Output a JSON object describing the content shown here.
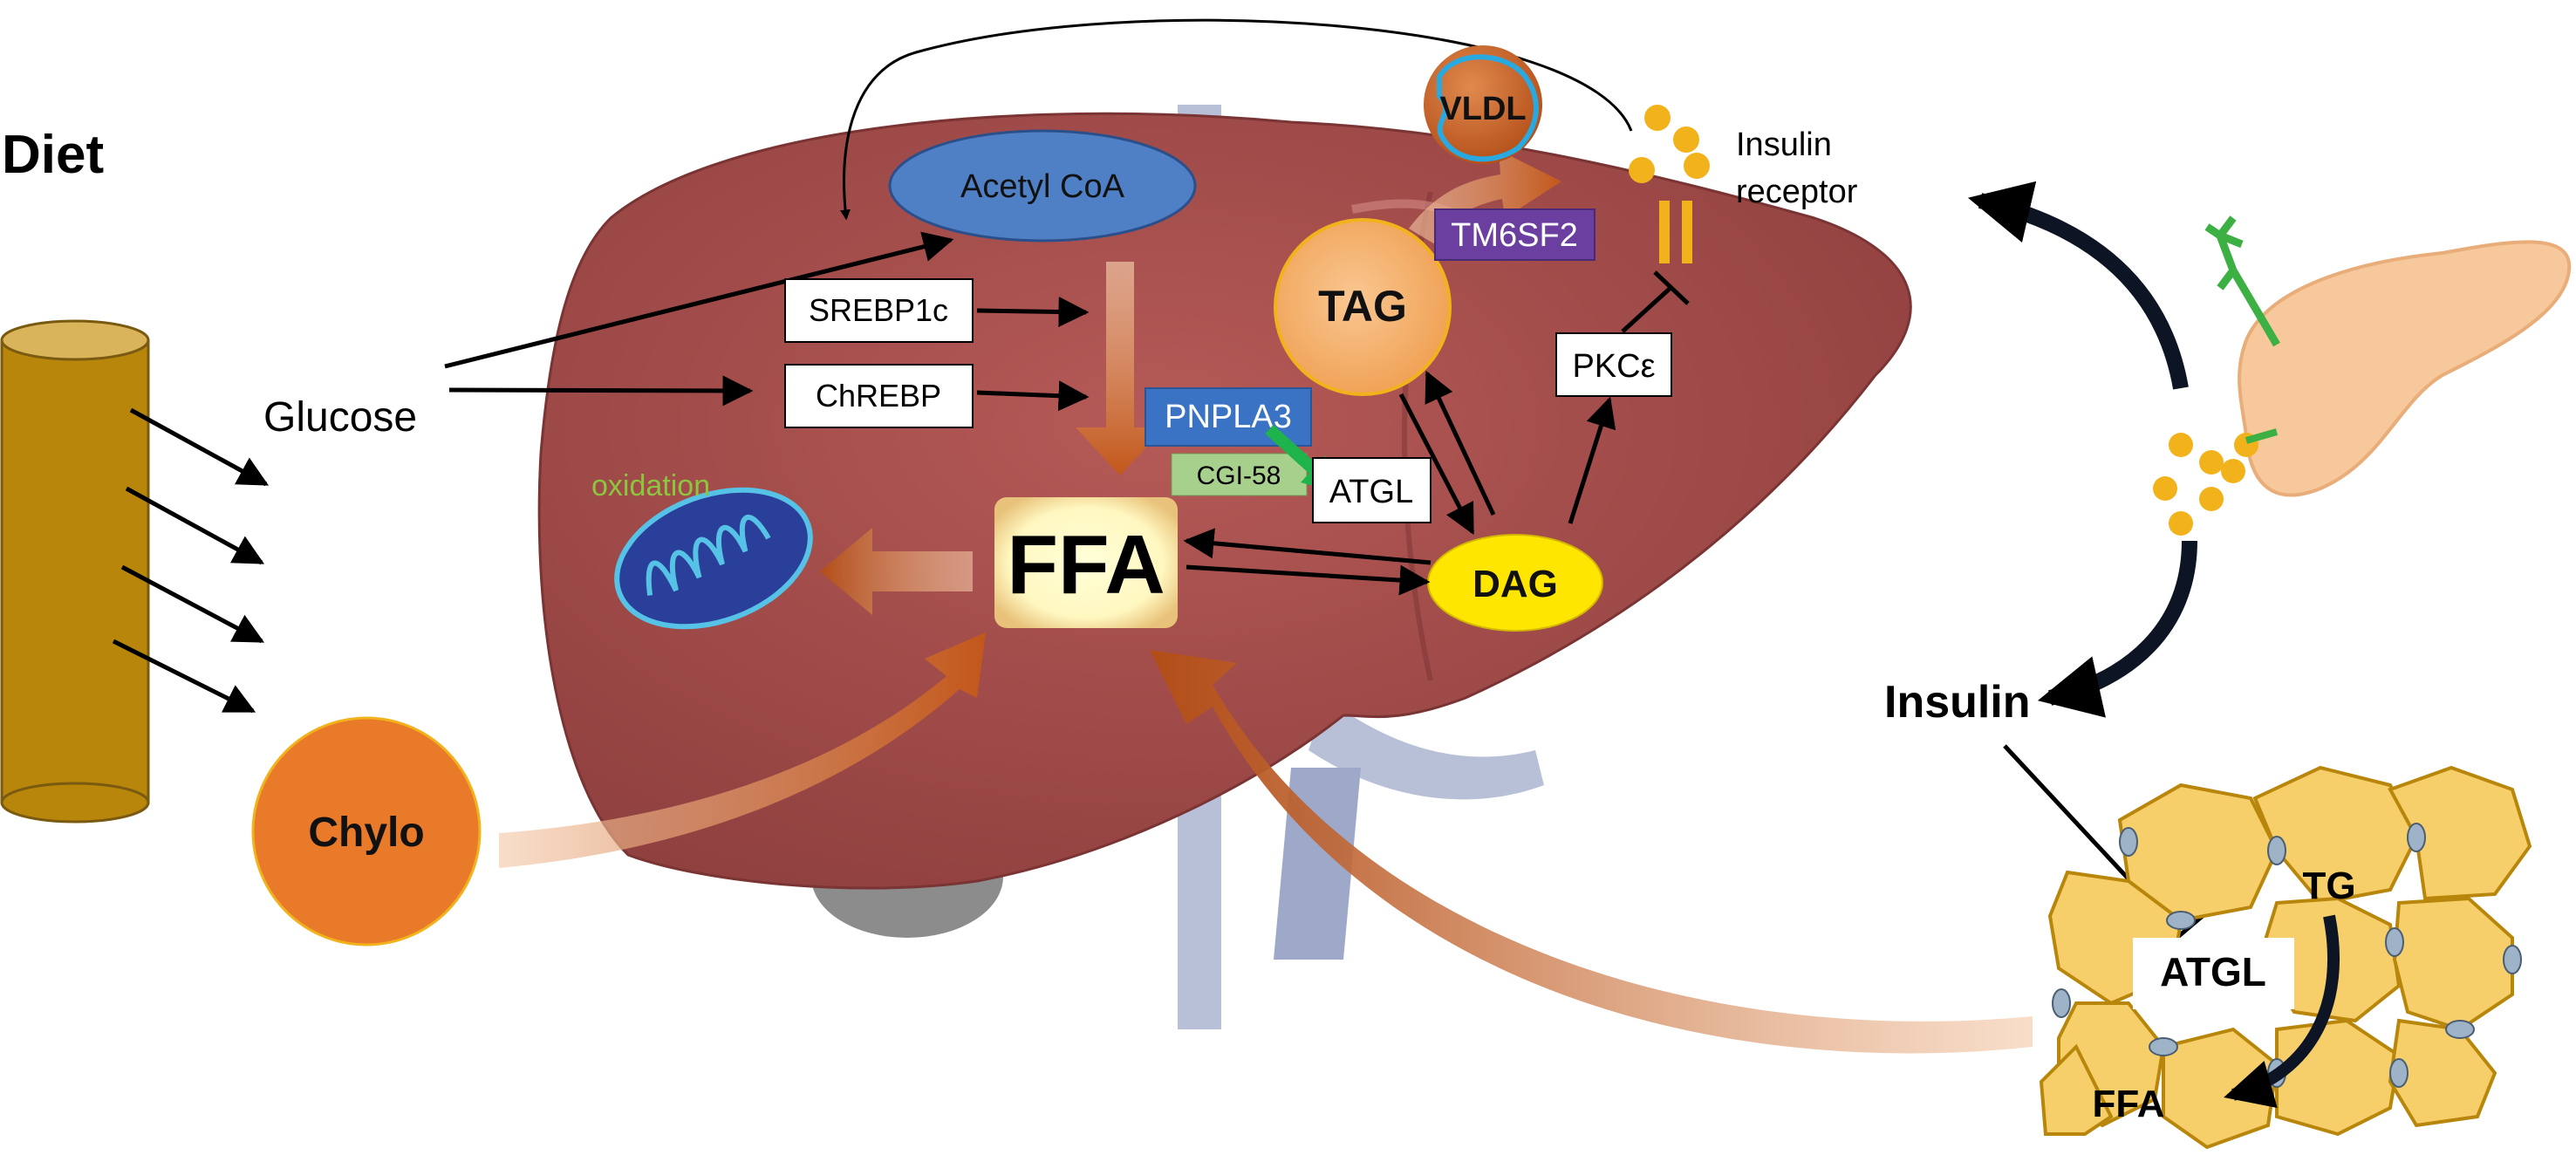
{
  "diet": {
    "label": "Diet"
  },
  "glucose": {
    "label": "Glucose"
  },
  "acetyl_coa": {
    "label": "Acetyl CoA"
  },
  "srebp1c": {
    "label": "SREBP1c"
  },
  "chrebp": {
    "label": "ChREBP"
  },
  "pnpla3": {
    "label": "PNPLA3"
  },
  "cgi58": {
    "label": "CGI-58"
  },
  "atgl_liver": {
    "label": "ATGL"
  },
  "tag": {
    "label": "TAG"
  },
  "dag": {
    "label": "DAG"
  },
  "ffa_main": {
    "label": "FFA"
  },
  "oxidation": {
    "label": "oxidation"
  },
  "vldl": {
    "label": "VLDL"
  },
  "tm6sf2": {
    "label": "TM6SF2"
  },
  "pkce": {
    "label": "PKCε"
  },
  "insulin_receptor": {
    "line1": "Insulin",
    "line2": "receptor"
  },
  "insulin": {
    "label": "Insulin"
  },
  "chylo": {
    "label": "Chylo"
  },
  "adipose": {
    "tg": "TG",
    "atgl": "ATGL",
    "ffa": "FFA"
  },
  "colors": {
    "liver": "#a8504f",
    "orange_arrow": "#c2571a",
    "acetyl_fill": "#4f7fc4",
    "pnpla3_fill": "#3a72c4",
    "cgi58_fill": "#a8d08d",
    "tm6sf2_fill": "#6a3fa0",
    "dag_fill": "#ffe600",
    "tag_fill": "#f5a85c",
    "chylo_fill": "#e87a2a",
    "insulin_dot": "#f2b21b",
    "green_arrow": "#1fb34c",
    "adipocyte": "#f7cf6a"
  }
}
